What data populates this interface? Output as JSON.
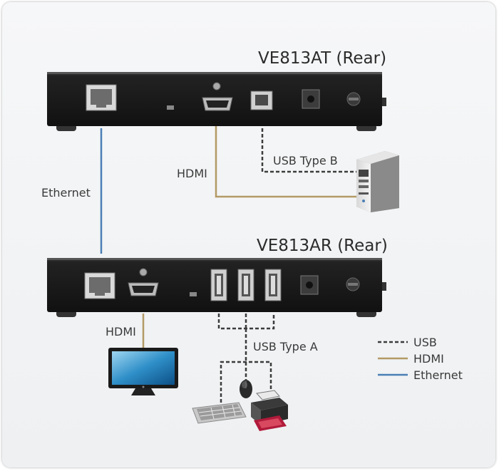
{
  "transmitter": {
    "title": "VE813AT (Rear)"
  },
  "receiver": {
    "title": "VE813AR (Rear)"
  },
  "labels": {
    "ethernet": "Ethernet",
    "hdmi_top": "HDMI",
    "usb_type_b": "USB Type B",
    "hdmi_bottom": "HDMI",
    "usb_type_a": "USB Type A"
  },
  "legend": [
    {
      "label": "USB",
      "style": "dashed",
      "color": "#3c3c3c"
    },
    {
      "label": "HDMI",
      "style": "solid",
      "color": "#b39a65"
    },
    {
      "label": "Ethernet",
      "style": "solid",
      "color": "#4a7fb5"
    }
  ],
  "colors": {
    "usb": "#3c3c3c",
    "hdmi": "#b39a65",
    "ethernet": "#4a7fb5",
    "device": "#1c1c1c"
  }
}
